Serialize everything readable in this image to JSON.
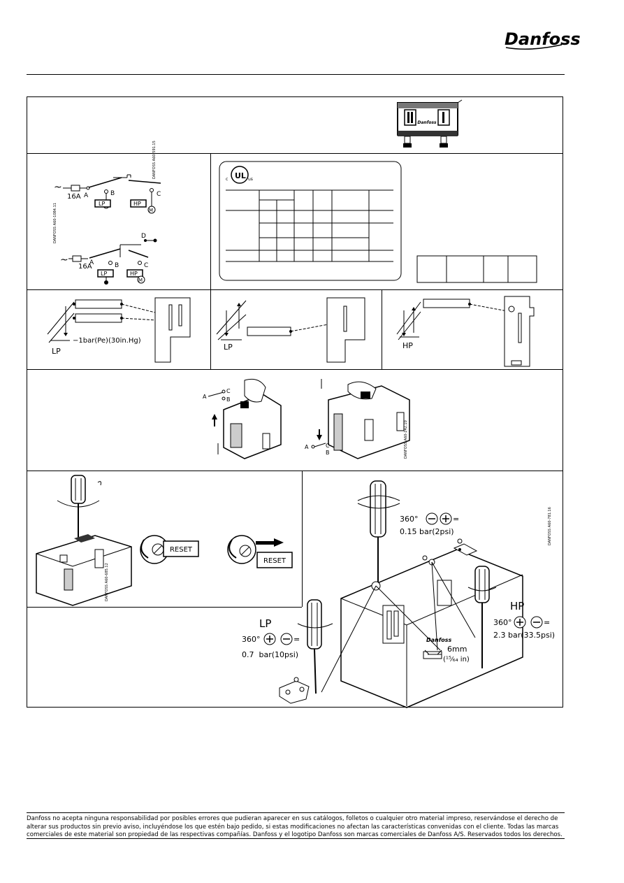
{
  "brand": {
    "logo_text": "Danfoss"
  },
  "diagram": {
    "fuse": "16A",
    "fuse_2": "16A",
    "term_a": "A",
    "term_b": "B",
    "term_c": "C",
    "term_d": "D",
    "lp": "LP",
    "hp": "HP",
    "motor": "M",
    "code1": "DANFOSS A60-591.15",
    "code2": "DANFOSS A60-1084.11"
  },
  "settings": {
    "lp_label": "LP",
    "hp_label": "HP",
    "vacuum_note": "−1bar(Pe)(30in.Hg)"
  },
  "reset": {
    "a": "A",
    "b": "B",
    "c": "C",
    "code": "DANFOSS A60-242.10"
  },
  "adjust": {
    "reset_label": "RESET",
    "code_left": "DANFOSS A60-685.12",
    "code_right": "DANFOSS A60-781.16",
    "lp_title": "LP",
    "lp_rule": "360°",
    "lp_value": "0.7  bar(10psi)",
    "hp_title": "HP",
    "hp_rule": "360°",
    "hp_value": "2.3  bar(33.5psi)",
    "diff_rule": "360°",
    "diff_value": "0.15  bar(2psi)",
    "dim_mm": "6mm",
    "dim_in": "(¹⁵⁄₆₄ in)"
  },
  "footer": {
    "disclaimer": "Danfoss no acepta ninguna responsabilidad por posibles errores que pudieran aparecer en sus catálogos, folletos o cualquier otro material impreso, reservándose el derecho de alterar sus productos sin previo aviso, incluyéndose los que estén bajo pedido, si estas modificaciones no afectan las características convenidas con el cliente. Todas las marcas comerciales de este material son propiedad de las respectivas compañías. Danfoss y el logotipo Danfoss son marcas comerciales de Danfoss A/S. Reservados todos los derechos."
  }
}
